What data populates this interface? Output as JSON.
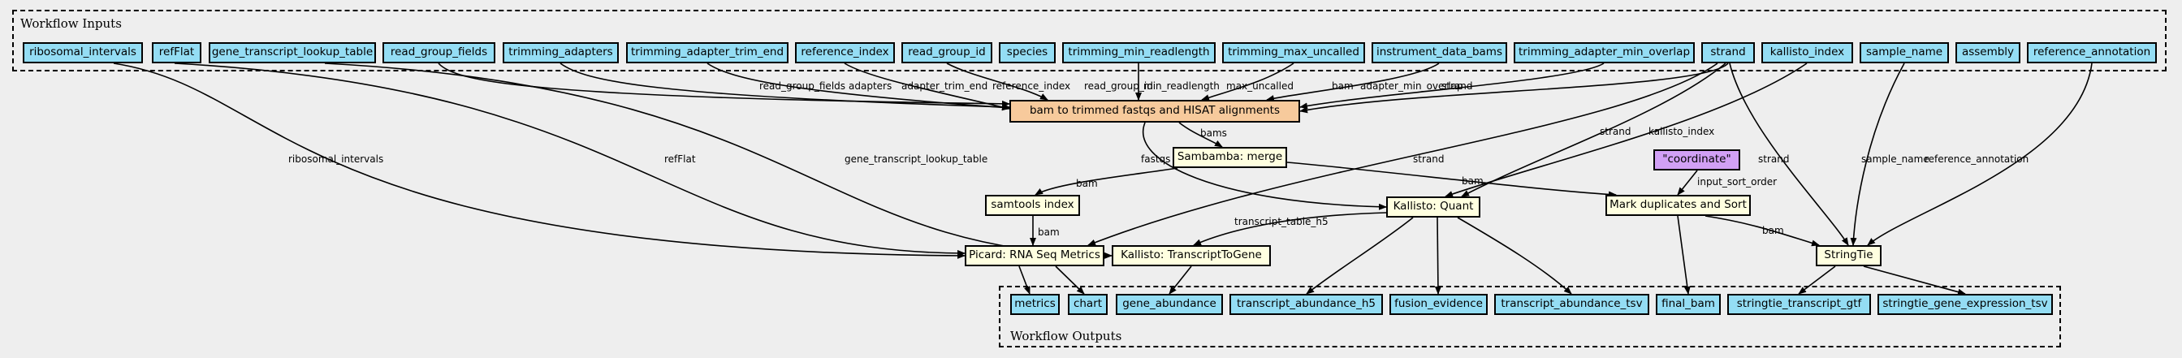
{
  "clusters": {
    "inputs_title": "Workflow Inputs",
    "outputs_title": "Workflow Outputs"
  },
  "inputs": [
    "ribosomal_intervals",
    "refFlat",
    "gene_transcript_lookup_table",
    "read_group_fields",
    "trimming_adapters",
    "trimming_adapter_trim_end",
    "reference_index",
    "read_group_id",
    "species",
    "trimming_min_readlength",
    "trimming_max_uncalled",
    "instrument_data_bams",
    "trimming_adapter_min_overlap",
    "strand",
    "kallisto_index",
    "sample_name",
    "assembly",
    "reference_annotation"
  ],
  "steps": {
    "trim_align": "bam to trimmed fastqs and HISAT alignments",
    "merge": "Sambamba: merge",
    "samtools_index": "samtools index",
    "kallisto_quant": "Kallisto: Quant",
    "coordinate": "\"coordinate\"",
    "mark_dup": "Mark duplicates and Sort",
    "picard": "Picard: RNA Seq Metrics",
    "tx2gene": "Kallisto: TranscriptToGene",
    "stringtie": "StringTie"
  },
  "outputs": [
    "metrics",
    "chart",
    "gene_abundance",
    "transcript_abundance_h5",
    "fusion_evidence",
    "transcript_abundance_tsv",
    "final_bam",
    "stringtie_transcript_gtf",
    "stringtie_gene_expression_tsv"
  ],
  "edge_labels": {
    "read_group_fields": "read_group_fields",
    "adapters": "adapters",
    "adapter_trim_end": "adapter_trim_end",
    "reference_index": "reference_index",
    "read_group_id": "read_group_id",
    "min_readlength": "min_readlength",
    "max_uncalled": "max_uncalled",
    "bam": "bam",
    "adapter_min_overlap": "adapter_min_overlap",
    "strand": "strand",
    "bams": "bams",
    "fastqs": "fastqs",
    "ribosomal_intervals": "ribosomal_intervals",
    "refFlat": "refFlat",
    "gene_transcript_lookup_table": "gene_transcript_lookup_table",
    "kallisto_index": "kallisto_index",
    "sample_name": "sample_name",
    "reference_annotation": "reference_annotation",
    "input_sort_order": "input_sort_order",
    "transcript_table_h5": "transcript_table_h5"
  }
}
